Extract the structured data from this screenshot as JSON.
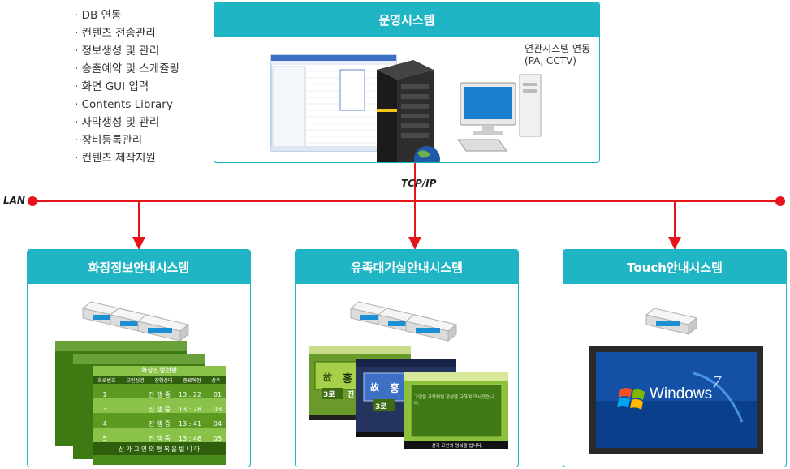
{
  "features": [
    "DB 연동",
    "컨텐츠 전송관리",
    "정보생성 및 관리",
    "송출예약 및 스케쥴링",
    "화면 GUI 입력",
    "Contents Library",
    "자막생성 및 관리",
    "장비등록관리",
    "컨텐츠 제작지원"
  ],
  "main_system": {
    "title": "운영시스템",
    "related_label_line1": "연관시스템 연동",
    "related_label_line2": "(PA, CCTV)"
  },
  "network": {
    "lan_label": "LAN",
    "protocol_label": "TCP/IP"
  },
  "subsystems": [
    {
      "title": "화장정보안내시스템",
      "screen": {
        "header": "화장진행현황",
        "columns": [
          "화로번호",
          "고인성명",
          "진행상태",
          "종료예정",
          "상주"
        ],
        "rows": [
          {
            "no": "1",
            "status": "진 행 중",
            "time": "13 : 22",
            "extra": "01"
          },
          {
            "no": "3",
            "status": "진 행 중",
            "time": "13 : 28",
            "extra": "03"
          },
          {
            "no": "4",
            "status": "진 행 중",
            "time": "13 : 41",
            "extra": "04"
          },
          {
            "no": "5",
            "status": "진 행 중",
            "time": "13 : 46",
            "extra": "05"
          }
        ],
        "footer": "삼 가 고 인 의 명 복 을 빕 니 다"
      }
    },
    {
      "title": "유족대기실안내시스템",
      "screen": {
        "front_prefix": "故",
        "front_name": "홍",
        "front_room": "3로",
        "front_room_suffix": "진",
        "back_note": "고인을 가족처럼 정성을 다하여 모시겠습니다.",
        "back_footer": "삼가 고인의 명복을 빕니다."
      }
    },
    {
      "title": "Touch안내시스템",
      "screen": {
        "os_text": "Windows",
        "os_version": "7"
      }
    }
  ],
  "colors": {
    "teal": "#20b5c5",
    "red": "#e8141c",
    "green_dark": "#3d7a12",
    "green_light": "#8bc34a"
  }
}
